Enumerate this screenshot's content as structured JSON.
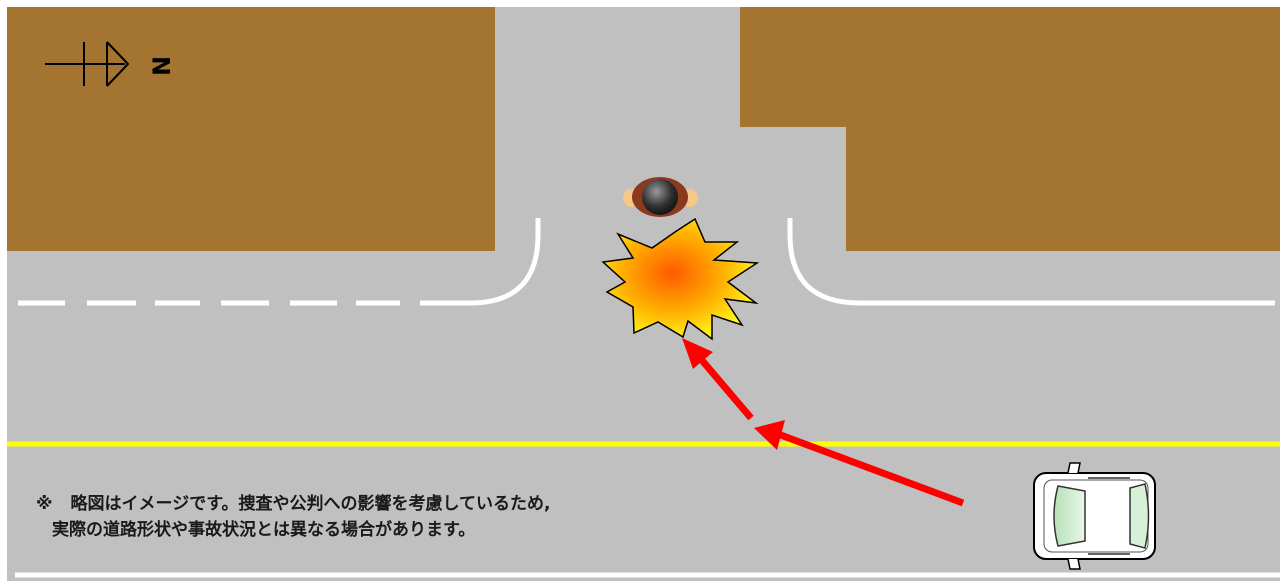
{
  "compass": {
    "label": "N",
    "icon": "north-arrow-icon"
  },
  "note": {
    "mark": "※",
    "line1": "略図はイメージです。捜査や公判への影響を考慮しているため,",
    "line2": "実際の道路形状や事故状況とは異なる場合があります。"
  },
  "colors": {
    "ground": "#a47431",
    "road": "#c0c0c0",
    "center_line": "#ffff00",
    "lane_marking": "#ffffff",
    "vehicle_path": "#ff0000",
    "impact_fill_inner": "#ff6600",
    "impact_fill_outer": "#ffff00"
  },
  "elements": {
    "pedestrian": "pedestrian-icon",
    "vehicle": "car-icon",
    "impact": "collision-burst-icon",
    "path": "vehicle-path-arrow"
  }
}
